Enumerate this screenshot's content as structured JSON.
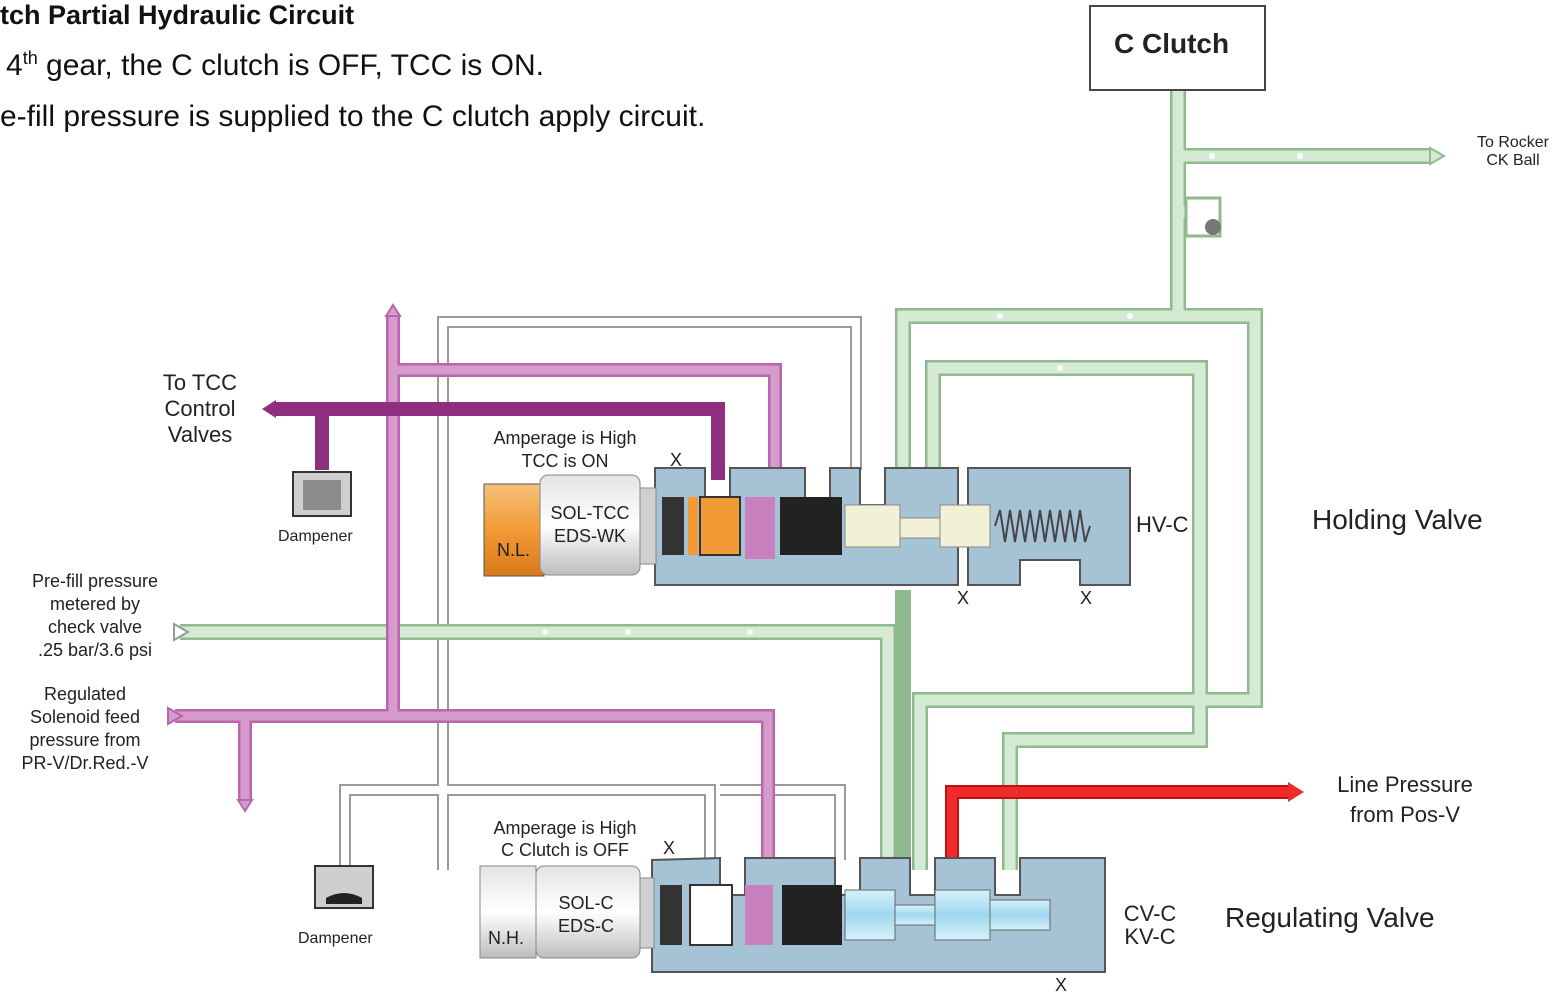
{
  "title": "tch Partial Hydraulic Circuit",
  "intro": {
    "line1_prefix": "4",
    "line1_sup": "th",
    "line1_rest": " gear, the C clutch is OFF, TCC is ON.",
    "line2": "e-fill pressure is supplied to the C clutch apply circuit."
  },
  "components": {
    "c_clutch": "C Clutch",
    "to_rocker": "To Rocker\nCK Ball",
    "to_tcc": "To TCC\nControl\nValves",
    "dampener_top": "Dampener",
    "dampener_bottom": "Dampener",
    "prefill": "Pre-fill pressure\nmetered by\ncheck valve\n.25 bar/3.6 psi",
    "regulated": "Regulated\nSolenoid feed\npressure from\nPR-V/Dr.Red.-V",
    "amp_top": "Amperage is High\nTCC is ON",
    "amp_bottom": "Amperage is High\nC Clutch is OFF",
    "sol_tcc": "SOL-TCC\nEDS-WK",
    "nl": "N.L.",
    "sol_c": "SOL-C\nEDS-C",
    "nh": "N.H.",
    "hv_c": "HV-C",
    "holding_valve": "Holding Valve",
    "line_pressure": "Line Pressure\nfrom Pos-V",
    "cv_kv": "CV-C\nKV-C",
    "regulating_valve": "Regulating Valve",
    "exhaust_mark": "X"
  },
  "colors": {
    "purple_dark": "#9b3f8c",
    "purple_light": "#c77fbe",
    "green_light": "#cfe6cf",
    "red_line": "#e82020",
    "valve_body": "#a7c3d6",
    "sol_orange": "#f0a040",
    "spool_cream": "#f2f0d6",
    "spool_blue": "#b7e3f2"
  }
}
